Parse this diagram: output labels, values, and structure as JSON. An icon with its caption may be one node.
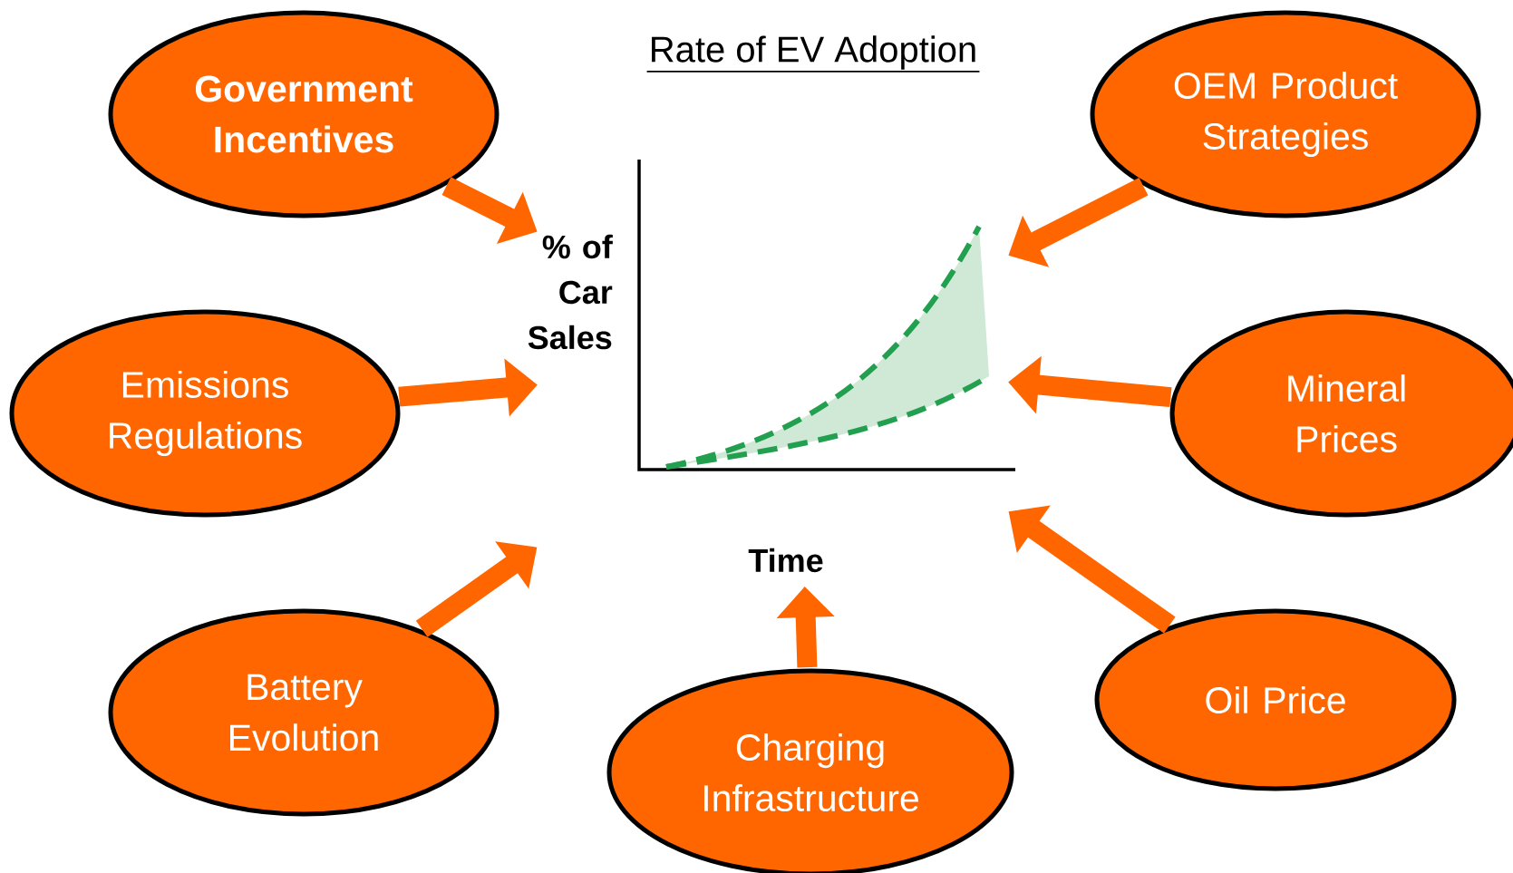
{
  "diagram": {
    "title": "Rate of EV Adoption",
    "nodes": [
      {
        "text": [
          "Government Incentives"
        ]
      },
      {
        "text": [
          "OEM Product Strategies"
        ]
      },
      {
        "text": [
          "% of Car Sales",
          "Time"
        ]
      },
      {
        "text": [
          "Emissions Regulations"
        ]
      },
      {
        "text": [
          "Mineral Prices"
        ]
      },
      {
        "text": [
          "Battery Evolution"
        ]
      },
      {
        "text": [
          "Charging Infrastructure"
        ]
      },
      {
        "text": [
          "Oil Price"
        ]
      }
    ],
    "edges": [
      {
        "from": 0,
        "to": 2,
        "arrow": "to"
      },
      {
        "from": 1,
        "to": 2,
        "arrow": "to"
      },
      {
        "from": 3,
        "to": 2,
        "arrow": "to"
      },
      {
        "from": 4,
        "to": 2,
        "arrow": "to"
      },
      {
        "from": 5,
        "to": 2,
        "arrow": "to"
      },
      {
        "from": 6,
        "to": 2,
        "arrow": "to"
      },
      {
        "from": 7,
        "to": 2,
        "arrow": "to"
      }
    ]
  }
}
